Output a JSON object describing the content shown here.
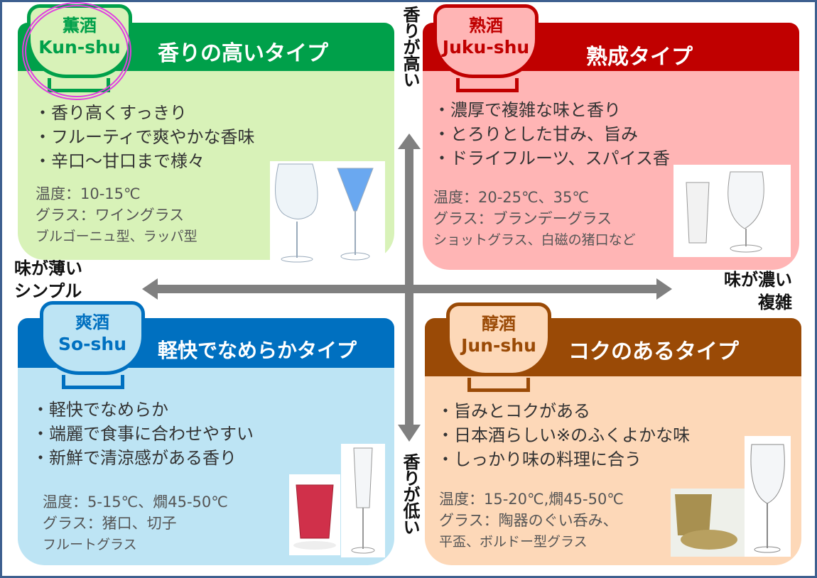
{
  "axes": {
    "top": "香りが高い",
    "bottom": "香りが低い",
    "left": [
      "味が薄い",
      "シンプル"
    ],
    "right": [
      "味が濃い",
      "複雑"
    ]
  },
  "quadrants": {
    "kunshu": {
      "kanji": "薫酒",
      "romaji": "Kun-shu",
      "title": "香りの高いタイプ",
      "bullets": [
        "・香り高くすっきり",
        "・フルーティで爽やかな香味",
        "・辛口～甘口まで様々"
      ],
      "details": [
        "温度：10-15℃",
        "グラス：ワイングラス",
        "ブルゴーニュ型、ラッパ型"
      ],
      "colors": {
        "header": "#00a04a",
        "body": "#d8f2b8"
      }
    },
    "jukushu": {
      "kanji": "熟酒",
      "romaji": "Juku-shu",
      "title": "熟成タイプ",
      "bullets": [
        "・濃厚で複雑な味と香り",
        "・とろりとした甘み、旨み",
        "・ドライフルーツ、スパイス香"
      ],
      "details": [
        "温度：20-25℃、35℃",
        "グラス：ブランデーグラス",
        "ショットグラス、白磁の猪口など"
      ],
      "colors": {
        "header": "#c00000",
        "body": "#ffb5b5"
      }
    },
    "soshu": {
      "kanji": "爽酒",
      "romaji": "So-shu",
      "title": "軽快でなめらかタイプ",
      "bullets": [
        "・軽快でなめらか",
        "・端麗で食事に合わせやすい",
        "・新鮮で清涼感がある香り"
      ],
      "details": [
        "温度：5-15℃、燗45-50℃",
        "グラス：猪口、切子",
        "フルートグラス"
      ],
      "colors": {
        "header": "#0070c0",
        "body": "#bde4f4"
      }
    },
    "junshu": {
      "kanji": "醇酒",
      "romaji": "Jun-shu",
      "title": "コクのあるタイプ",
      "bullets": [
        "・旨みとコクがある",
        "・日本酒らしい※のふくよかな味",
        "・しっかり味の料理に合う"
      ],
      "details": [
        "温度：15-20℃,燗45-50℃",
        "グラス：陶器のぐい呑み、",
        "平盃、ボルドー型グラス"
      ],
      "colors": {
        "header": "#9a4a06",
        "body": "#fdd8b8"
      }
    }
  }
}
